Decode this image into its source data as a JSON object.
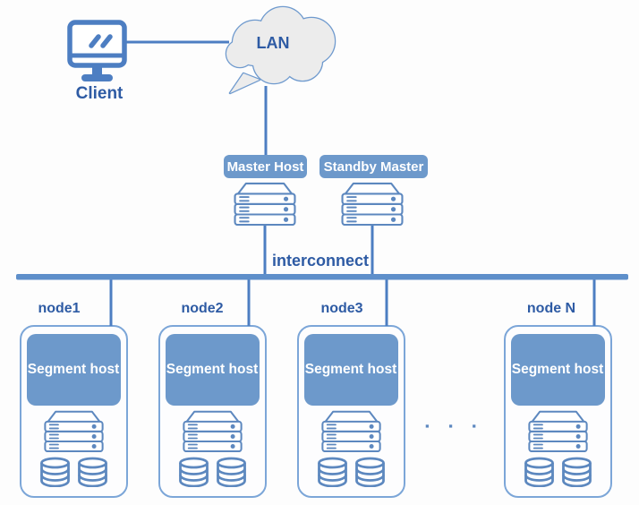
{
  "diagram": {
    "title_implicit": "MPP database cluster architecture",
    "client": {
      "label": "Client"
    },
    "lan": {
      "label": "LAN"
    },
    "master": {
      "label": "Master Host"
    },
    "standby": {
      "label": "Standby Master"
    },
    "interconnect_label": "interconnect",
    "ellipsis": "▪ ▪ ▪",
    "nodes": [
      {
        "label": "node1",
        "segment": "Segment host"
      },
      {
        "label": "node2",
        "segment": "Segment host"
      },
      {
        "label": "node3",
        "segment": "Segment host"
      },
      {
        "label": "node N",
        "segment": "Segment host"
      }
    ],
    "icons": [
      "monitor-icon",
      "cloud-icon",
      "server-icon",
      "database-icon",
      "ellipsis-icon"
    ],
    "colors": {
      "fill_blue": "#6d99cb",
      "icon_stroke_blue": "#5d88bf",
      "line_blue": "#4d7ec2",
      "bus_bar_blue": "#5e8fca",
      "node_border_blue": "#7ca6d8",
      "text_blue": "#2e5ba4",
      "cloud_fill": "#ececec",
      "cloud_stroke": "#6f9ace",
      "background": "#fdfdfd"
    }
  }
}
